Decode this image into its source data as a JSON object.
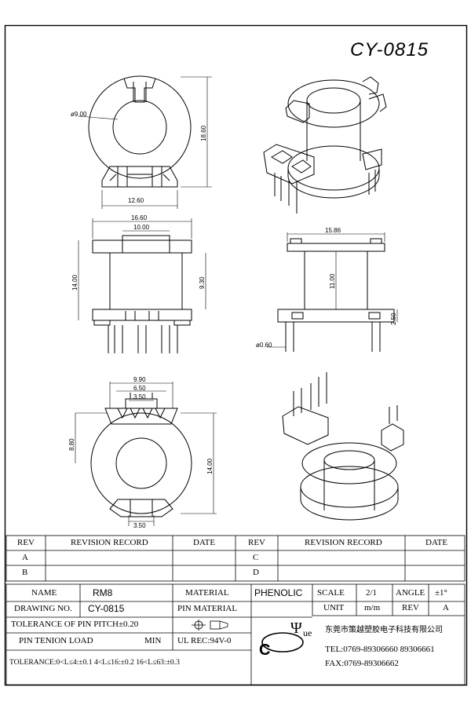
{
  "drawing_title": "CY-0815",
  "dimensions": {
    "top_view": {
      "diameter": "ø9.00",
      "height": "18.60",
      "width": "12.60"
    },
    "front_view": {
      "outer_width": "16.60",
      "inner_width": "10.00",
      "height": "14.00",
      "inner_height": "9.30"
    },
    "side_view": {
      "width": "15.86",
      "height": "11.00",
      "flange": "2.50",
      "pin_diameter": "ø0.60"
    },
    "bottom_view": {
      "span_outer": "9.90",
      "span_mid": "6.50",
      "span_inner": "3.50",
      "left_height": "8.80",
      "right_height": "14.00",
      "bottom_slot": "3.50"
    }
  },
  "revision_table": {
    "headers": [
      "REV",
      "REVISION RECORD",
      "DATE",
      "REV",
      "REVISION RECORD",
      "DATE"
    ],
    "rows": [
      [
        "A",
        "",
        "",
        "C",
        "",
        ""
      ],
      [
        "B",
        "",
        "",
        "D",
        "",
        ""
      ]
    ]
  },
  "title_block": {
    "name_label": "NAME",
    "name_value": "RM8",
    "drawing_no_label": "DRAWING NO.",
    "drawing_no_value": "CY-0815",
    "material_label": "MATERIAL",
    "material_value": "PHENOLIC",
    "pin_material_label": "PIN MATERIAL",
    "scale_label": "SCALE",
    "scale_value": "2/1",
    "angle_label": "ANGLE",
    "angle_value": "±1°",
    "unit_label": "UNIT",
    "unit_value": "m/m",
    "rev_label": "REV",
    "rev_value": "A",
    "tolerance_pitch": "TOLERANCE OF PIN PITCH±0.20",
    "pin_tension": "PIN TENION LOAD",
    "pin_tension_unit": "MIN",
    "ul_rec": "UL REC:94V-0",
    "tolerance_line": "TOLERANCE:0<L≤4:±0.1  4<L≤16:±0.2  16<L≤63:±0.3",
    "company_name": "东莞市策越塑胶电子科技有限公司",
    "tel": "TEL:0769-89306660 89306661",
    "fax": "FAX:0769-89306662",
    "logo_letters": [
      "C",
      "Ψ",
      "ue"
    ]
  }
}
